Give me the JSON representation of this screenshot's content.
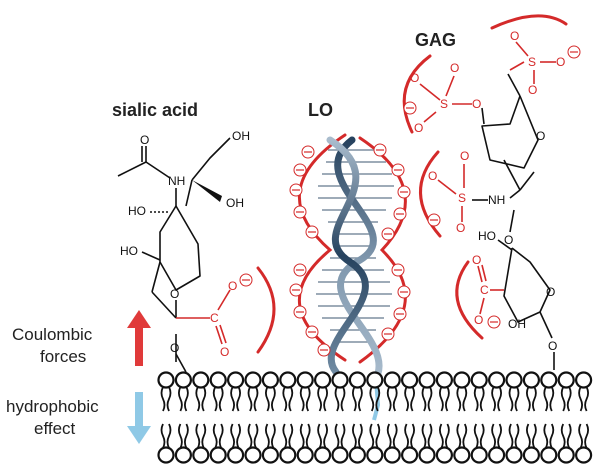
{
  "labels": {
    "sialic_acid": "sialic acid",
    "lo": "LO",
    "gag": "GAG",
    "coulombic_line1": "Coulombic",
    "coulombic_line2": "forces",
    "hydrophobic_line1": "hydrophobic",
    "hydrophobic_line2": "effect"
  },
  "atoms": {
    "o": "O",
    "oh": "OH",
    "ho": "HO",
    "nh": "NH",
    "s": "S",
    "c": "C"
  },
  "colors": {
    "charge_red": "#d42a2a",
    "arrow_red": "#e03a3a",
    "arrow_blue": "#8fc9e6",
    "dna_dark": "#26425e",
    "dna_light": "#a9bccd",
    "ink": "#111111"
  },
  "icons": {
    "negative_charge": "circle-minus",
    "up_arrow": "red-up-arrow",
    "down_arrow": "blue-down-arrow"
  }
}
